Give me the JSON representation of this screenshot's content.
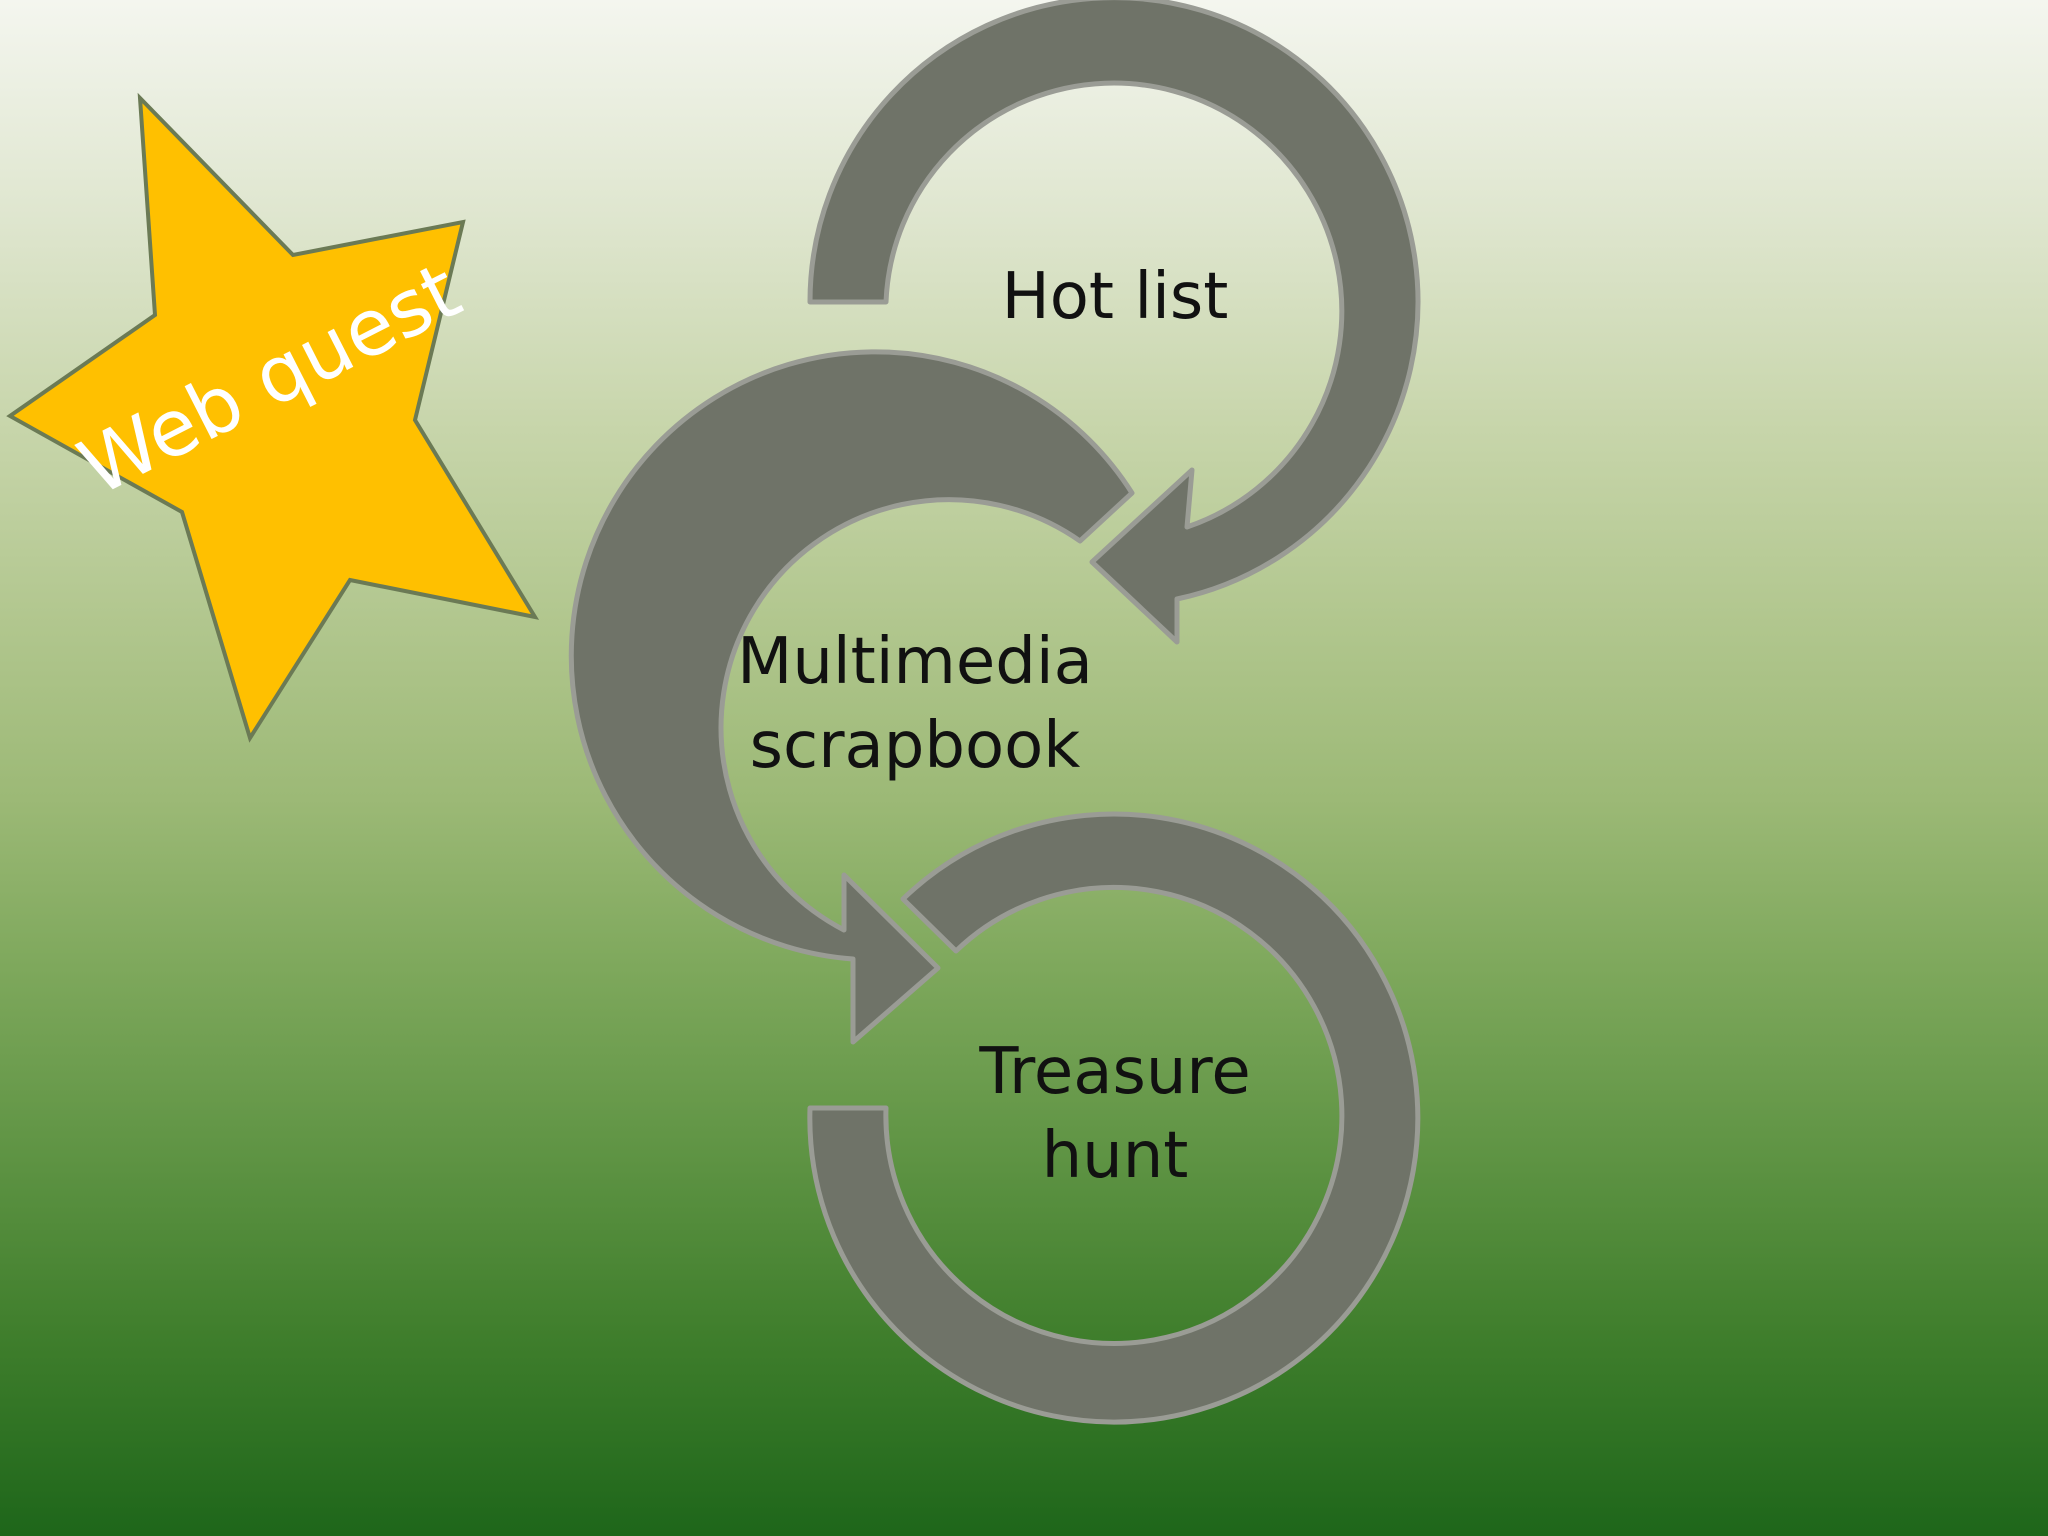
{
  "badge": {
    "text": "Web quest",
    "fill_color": "#FFC000",
    "outline_color": "#6B7A55",
    "text_color": "#FFFFFF"
  },
  "steps": [
    {
      "line1": "Hot list",
      "line2": ""
    },
    {
      "line1": "Multimedia",
      "line2": "scrapbook"
    },
    {
      "line1": "Treasure",
      "line2": "hunt"
    }
  ],
  "style": {
    "arrow_fill": "#6F7368",
    "arrow_outline": "#9A9C95",
    "label_color": "#111111",
    "background_top": "#F4F6EF",
    "background_bottom": "#1E661A"
  }
}
